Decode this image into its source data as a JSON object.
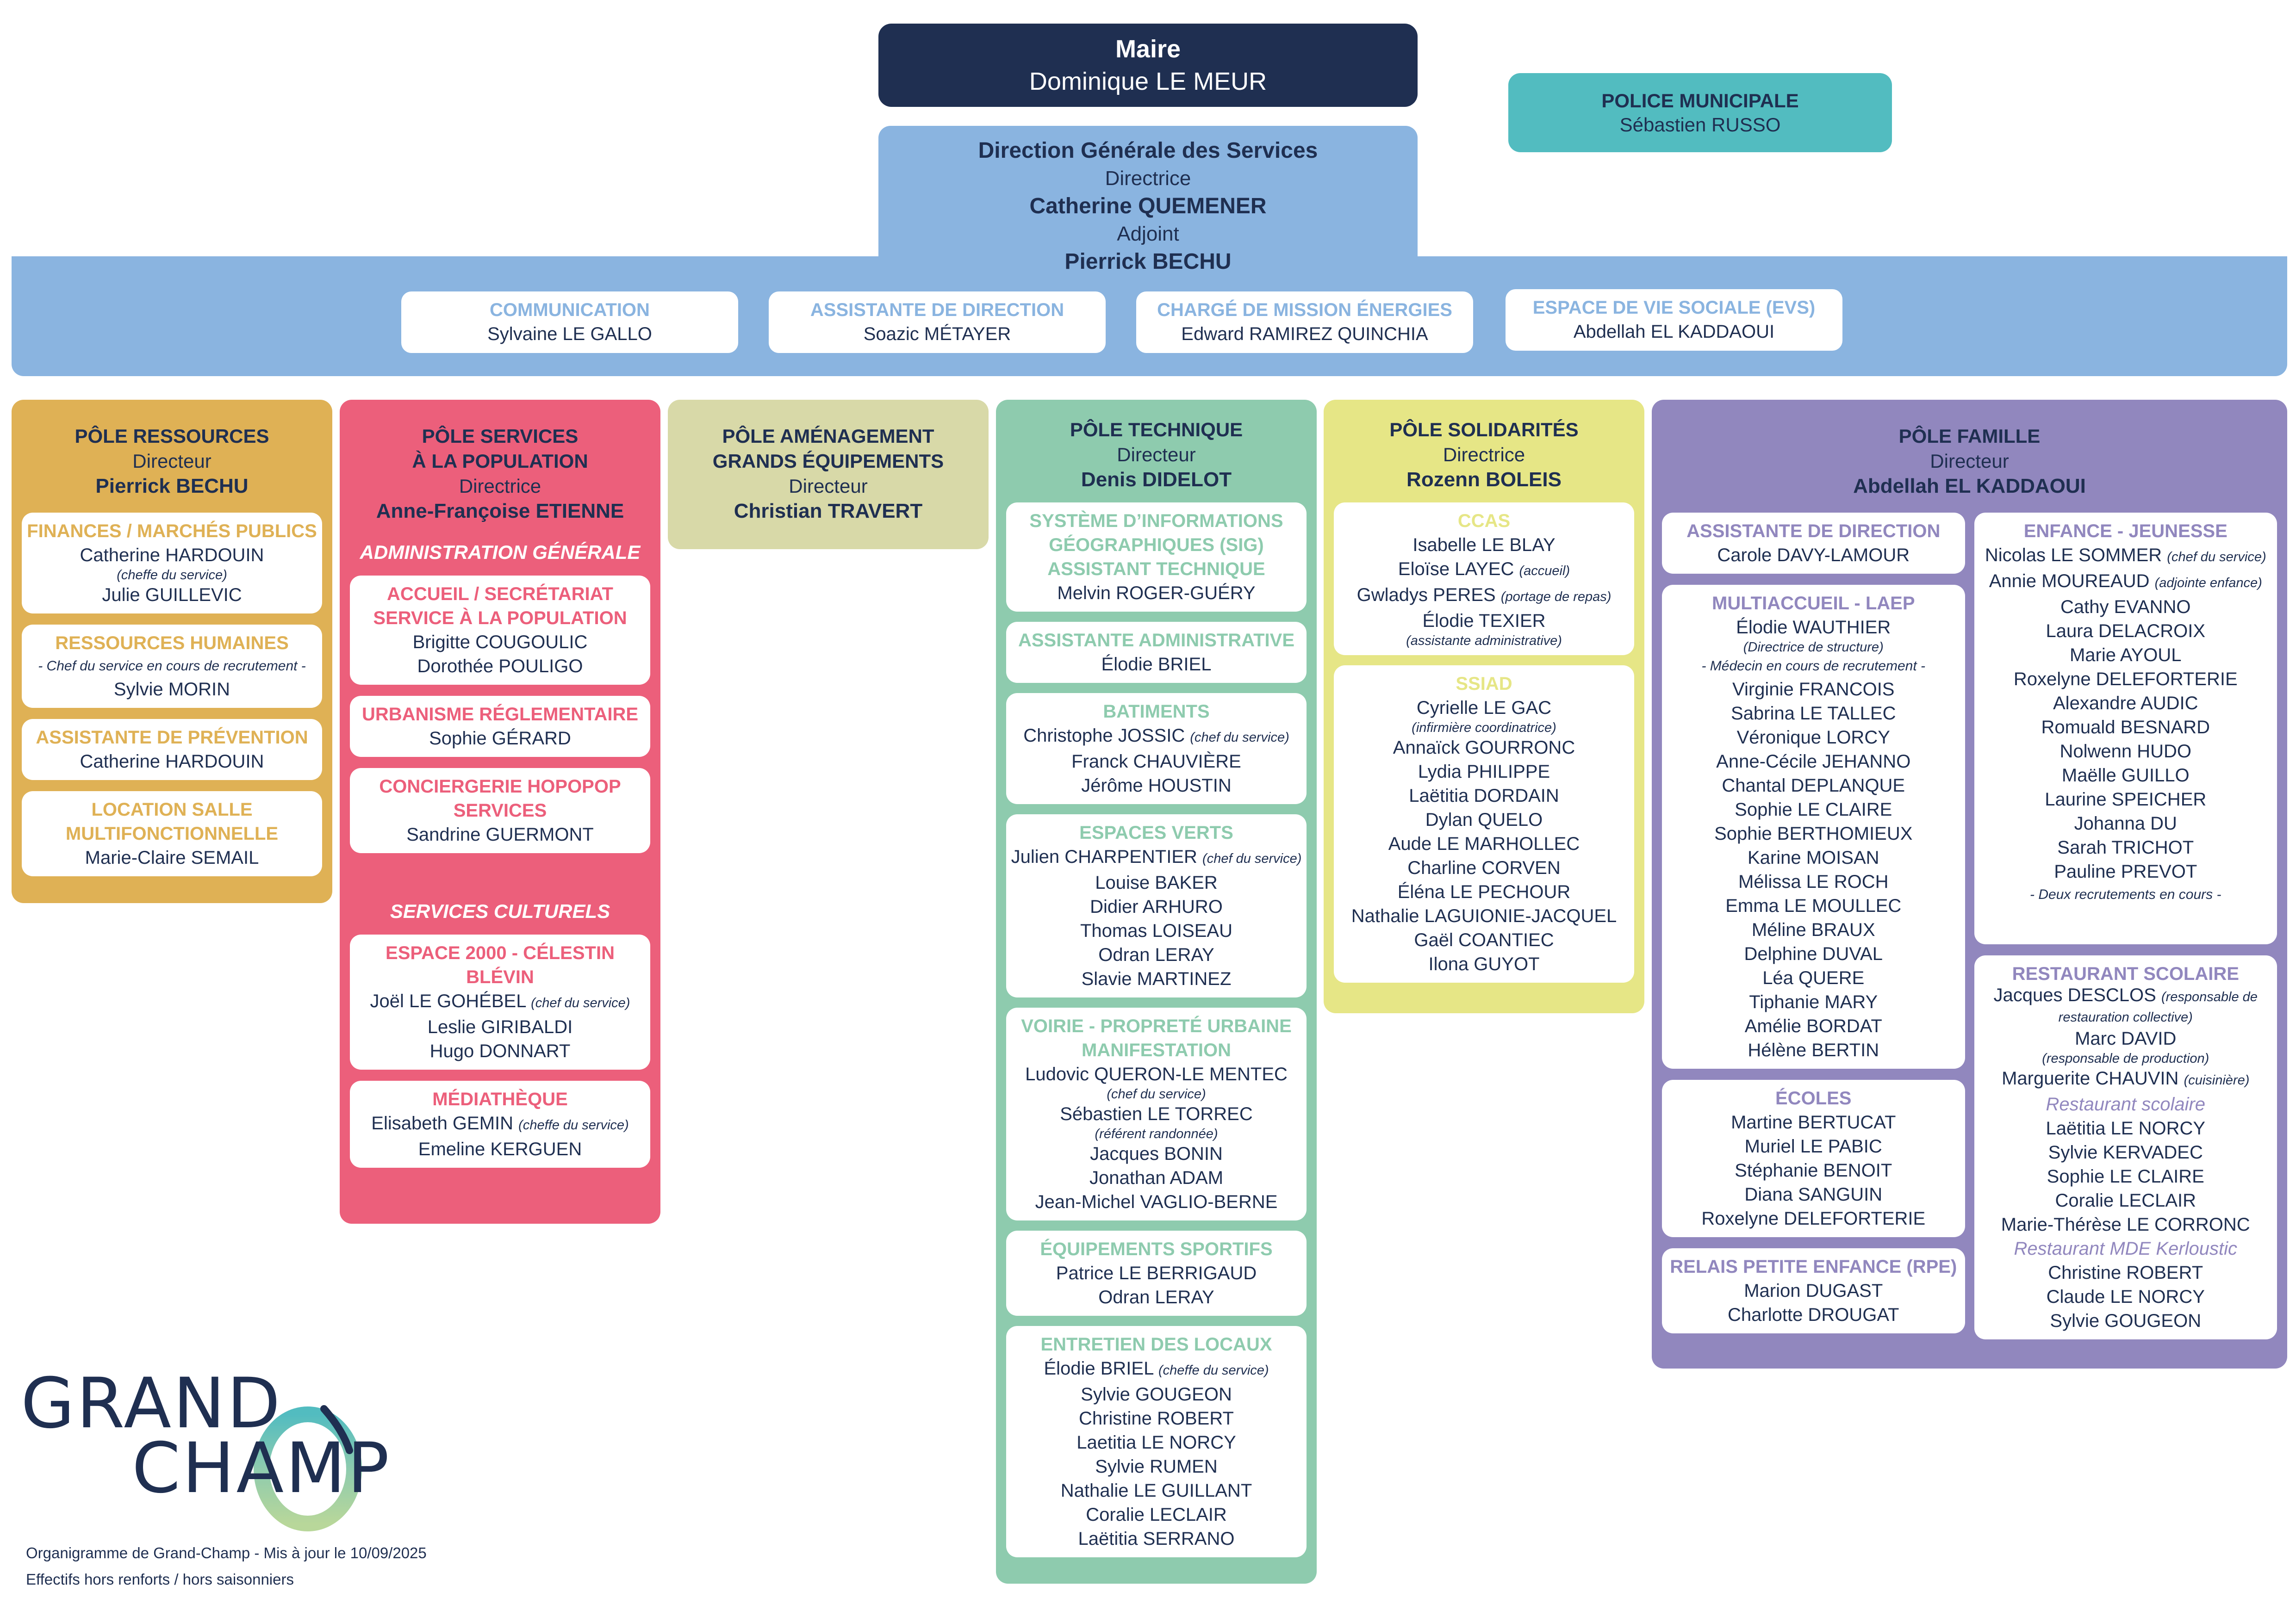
{
  "colors": {
    "navy": "#1f2f51",
    "dgs": "#8ab4e0",
    "police": "#52bcc0",
    "ressources": "#dfb155",
    "services": "#ec5f7b",
    "amenagement": "#d8d9a8",
    "technique": "#8ecbae",
    "solidarites": "#e6e686",
    "famille": "#9187be"
  },
  "mayor": {
    "title": "Maire",
    "name": "Dominique LE MEUR"
  },
  "police": {
    "title": "POLICE MUNICIPALE",
    "name": "Sébastien RUSSO"
  },
  "dgs": {
    "title": "Direction Générale des Services",
    "role1": "Directrice",
    "name1": "Catherine QUEMENER",
    "role2": "Adjoint",
    "name2": "Pierrick BECHU",
    "units": [
      {
        "title": "COMMUNICATION",
        "name": "Sylvaine LE GALLO"
      },
      {
        "title": "ASSISTANTE DE DIRECTION",
        "name": "Soazic MÉTAYER"
      },
      {
        "title": "CHARGÉ DE MISSION ÉNERGIES",
        "name": "Edward RAMIREZ QUINCHIA"
      },
      {
        "title": "ESPACE DE VIE SOCIALE (EVS)",
        "name": "Abdellah EL KADDAOUI"
      }
    ]
  },
  "poles": [
    {
      "key": "ressources",
      "accent": "#dfb155",
      "title": "PÔLE RESSOURCES",
      "role": "Directeur",
      "director": "Pierrick BECHU",
      "groups": [
        {
          "cards": [
            {
              "title": "FINANCES / MARCHÉS PUBLICS",
              "members": [
                {
                  "name": "Catherine HARDOUIN",
                  "note": "(cheffe du service)",
                  "note_below": true
                },
                {
                  "name": "Julie GUILLEVIC"
                }
              ]
            },
            {
              "title": "RESSOURCES HUMAINES",
              "members": [
                {
                  "remark": "- Chef du service en cours de recrutement -"
                },
                {
                  "name": "Sylvie MORIN"
                }
              ]
            },
            {
              "title": "ASSISTANTE DE PRÉVENTION",
              "members": [
                {
                  "name": "Catherine HARDOUIN"
                }
              ]
            },
            {
              "title": "LOCATION SALLE\nMULTIFONCTIONNELLE",
              "members": [
                {
                  "name": "Marie-Claire SEMAIL"
                }
              ]
            }
          ]
        }
      ]
    },
    {
      "key": "services",
      "accent": "#ec5f7b",
      "title": "PÔLE SERVICES\nÀ LA POPULATION",
      "role": "Directrice",
      "director": "Anne-Françoise ETIENNE",
      "groups": [
        {
          "heading": "ADMINISTRATION GÉNÉRALE",
          "cards": [
            {
              "title": "ACCUEIL / SECRÉTARIAT\nSERVICE À LA POPULATION",
              "members": [
                {
                  "name": "Brigitte COUGOULIC"
                },
                {
                  "name": "Dorothée POULIGO"
                }
              ]
            },
            {
              "title": "URBANISME RÉGLEMENTAIRE",
              "members": [
                {
                  "name": "Sophie GÉRARD"
                }
              ]
            },
            {
              "title": "CONCIERGERIE HOPOPOP\nSERVICES",
              "members": [
                {
                  "name": "Sandrine GUERMONT"
                }
              ]
            }
          ]
        },
        {
          "heading": "SERVICES CULTURELS",
          "cards": [
            {
              "title": "ESPACE 2000 - CÉLESTIN BLÉVIN",
              "members": [
                {
                  "name": "Joël LE GOHÉBEL",
                  "note": "(chef du service)"
                },
                {
                  "name": "Leslie GIRIBALDI"
                },
                {
                  "name": "Hugo DONNART"
                }
              ]
            },
            {
              "title": "MÉDIATHÈQUE",
              "members": [
                {
                  "name": "Elisabeth GEMIN",
                  "note": "(cheffe du service)"
                },
                {
                  "name": "Emeline KERGUEN"
                }
              ]
            }
          ]
        }
      ]
    },
    {
      "key": "amenagement",
      "accent": "#d8d9a8",
      "title": "PÔLE AMÉNAGEMENT\nGRANDS ÉQUIPEMENTS",
      "role": "Directeur",
      "director": "Christian TRAVERT",
      "groups": []
    },
    {
      "key": "technique",
      "accent": "#8ecbae",
      "title": "PÔLE TECHNIQUE",
      "role": "Directeur",
      "director": "Denis DIDELOT",
      "groups": [
        {
          "cards": [
            {
              "title": "SYSTÈME D’INFORMATIONS\nGÉOGRAPHIQUES (SIG)\nASSISTANT TECHNIQUE",
              "members": [
                {
                  "name": "Melvin ROGER-GUÉRY"
                }
              ]
            },
            {
              "title": "ASSISTANTE ADMINISTRATIVE",
              "members": [
                {
                  "name": "Élodie BRIEL"
                }
              ]
            },
            {
              "title": "BATIMENTS",
              "members": [
                {
                  "name": "Christophe JOSSIC",
                  "note": "(chef du service)"
                },
                {
                  "name": "Franck CHAUVIÈRE"
                },
                {
                  "name": "Jérôme HOUSTIN"
                }
              ]
            },
            {
              "title": "ESPACES VERTS",
              "members": [
                {
                  "name": "Julien CHARPENTIER",
                  "note": "(chef du service)"
                },
                {
                  "name": "Louise BAKER"
                },
                {
                  "name": "Didier ARHURO"
                },
                {
                  "name": "Thomas LOISEAU"
                },
                {
                  "name": "Odran LERAY"
                },
                {
                  "name": "Slavie MARTINEZ"
                }
              ]
            },
            {
              "title": "VOIRIE - PROPRETÉ URBAINE\nMANIFESTATION",
              "members": [
                {
                  "name": "Ludovic QUERON-LE MENTEC",
                  "note": "(chef du service)",
                  "note_below": true
                },
                {
                  "name": "Sébastien LE TORREC",
                  "note": "(référent randonnée)",
                  "note_below": true
                },
                {
                  "name": "Jacques BONIN"
                },
                {
                  "name": "Jonathan ADAM"
                },
                {
                  "name": "Jean-Michel VAGLIO-BERNE"
                }
              ]
            },
            {
              "title": "ÉQUIPEMENTS SPORTIFS",
              "members": [
                {
                  "name": "Patrice LE BERRIGAUD"
                },
                {
                  "name": "Odran LERAY"
                }
              ]
            },
            {
              "title": "ENTRETIEN DES LOCAUX",
              "members": [
                {
                  "name": "Élodie BRIEL",
                  "note": "(cheffe du service)"
                },
                {
                  "name": "Sylvie GOUGEON"
                },
                {
                  "name": "Christine ROBERT"
                },
                {
                  "name": "Laetitia LE NORCY"
                },
                {
                  "name": "Sylvie RUMEN"
                },
                {
                  "name": "Nathalie LE GUILLANT"
                },
                {
                  "name": "Coralie LECLAIR"
                },
                {
                  "name": "Laëtitia SERRANO"
                }
              ]
            }
          ]
        }
      ]
    },
    {
      "key": "solidarites",
      "accent": "#e6e686",
      "title": "PÔLE SOLIDARITÉS",
      "role": "Directrice",
      "director": "Rozenn BOLEIS",
      "groups": [
        {
          "cards": [
            {
              "title": "CCAS",
              "members": [
                {
                  "name": "Isabelle LE BLAY"
                },
                {
                  "name": "Eloïse LAYEC",
                  "note": "(accueil)"
                },
                {
                  "name": "Gwladys PERES",
                  "note": "(portage de repas)"
                },
                {
                  "name": "Élodie TEXIER",
                  "note": "(assistante administrative)",
                  "note_below": true
                }
              ]
            },
            {
              "title": "SSIAD",
              "members": [
                {
                  "name": "Cyrielle LE GAC",
                  "note": "(infirmière coordinatrice)",
                  "note_below": true
                },
                {
                  "name": "Annaïck GOURRONC"
                },
                {
                  "name": "Lydia PHILIPPE"
                },
                {
                  "name": "Laëtitia DORDAIN"
                },
                {
                  "name": "Dylan QUELO"
                },
                {
                  "name": "Aude LE MARHOLLEC"
                },
                {
                  "name": "Charline CORVEN"
                },
                {
                  "name": "Éléna LE PECHOUR"
                },
                {
                  "name": "Nathalie LAGUIONIE-JACQUEL"
                },
                {
                  "name": "Gaël COANTIEC"
                },
                {
                  "name": "Ilona GUYOT"
                }
              ]
            }
          ]
        }
      ]
    },
    {
      "key": "famille",
      "accent": "#9187be",
      "title": "PÔLE FAMILLE",
      "role": "Directeur",
      "director": "Abdellah EL KADDAOUI",
      "columns": [
        {
          "cards": [
            {
              "title": "ASSISTANTE DE DIRECTION",
              "members": [
                {
                  "name": "Carole DAVY-LAMOUR"
                }
              ]
            },
            {
              "title": "MULTIACCUEIL - LAEP",
              "members": [
                {
                  "name": "Élodie WAUTHIER",
                  "note": "(Directrice de structure)",
                  "note_below": true
                },
                {
                  "remark": "- Médecin en cours de recrutement -"
                },
                {
                  "name": "Virginie FRANCOIS"
                },
                {
                  "name": "Sabrina LE TALLEC"
                },
                {
                  "name": "Véronique LORCY"
                },
                {
                  "name": "Anne-Cécile JEHANNO"
                },
                {
                  "name": "Chantal DEPLANQUE"
                },
                {
                  "name": "Sophie LE CLAIRE"
                },
                {
                  "name": "Sophie BERTHOMIEUX"
                },
                {
                  "name": "Karine MOISAN"
                },
                {
                  "name": "Mélissa LE ROCH"
                },
                {
                  "name": "Emma LE MOULLEC"
                },
                {
                  "name": "Méline BRAUX"
                },
                {
                  "name": "Delphine DUVAL"
                },
                {
                  "name": "Léa QUERE"
                },
                {
                  "name": "Tiphanie MARY"
                },
                {
                  "name": "Amélie BORDAT"
                },
                {
                  "name": "Hélène BERTIN"
                }
              ]
            },
            {
              "title": "ÉCOLES",
              "members": [
                {
                  "name": "Martine BERTUCAT"
                },
                {
                  "name": "Muriel LE PABIC"
                },
                {
                  "name": "Stéphanie BENOIT"
                },
                {
                  "name": "Diana SANGUIN"
                },
                {
                  "name": "Roxelyne DELEFORTERIE"
                }
              ]
            },
            {
              "title": "RELAIS PETITE ENFANCE (RPE)",
              "members": [
                {
                  "name": "Marion DUGAST"
                },
                {
                  "name": "Charlotte DROUGAT"
                }
              ]
            }
          ]
        },
        {
          "cards": [
            {
              "title": "ENFANCE - JEUNESSE",
              "members": [
                {
                  "name": "Nicolas LE SOMMER",
                  "note": "(chef du service)"
                },
                {
                  "name": "Annie MOUREAUD",
                  "note": "(adjointe enfance)"
                },
                {
                  "name": "Cathy EVANNO"
                },
                {
                  "name": "Laura DELACROIX"
                },
                {
                  "name": "Marie AYOUL"
                },
                {
                  "name": "Roxelyne DELEFORTERIE"
                },
                {
                  "name": "Alexandre AUDIC"
                },
                {
                  "name": "Romuald BESNARD"
                },
                {
                  "name": "Nolwenn HUDO"
                },
                {
                  "name": "Maëlle GUILLO"
                },
                {
                  "name": "Laurine SPEICHER"
                },
                {
                  "name": "Johanna DU"
                },
                {
                  "name": "Sarah TRICHOT"
                },
                {
                  "name": "Pauline PREVOT"
                },
                {
                  "remark": "- Deux recrutements en cours -"
                }
              ]
            },
            {
              "title": "RESTAURANT SCOLAIRE",
              "members": [
                {
                  "name": "Jacques DESCLOS",
                  "note": "(responsable de restauration collective)"
                },
                {
                  "name": "Marc DAVID",
                  "note": "(responsable de production)",
                  "note_below": true
                },
                {
                  "name": "Marguerite CHAUVIN",
                  "note": "(cuisinière)"
                },
                {
                  "sublabel": "Restaurant scolaire"
                },
                {
                  "name": "Laëtitia LE NORCY"
                },
                {
                  "name": "Sylvie KERVADEC"
                },
                {
                  "name": "Sophie LE CLAIRE"
                },
                {
                  "name": "Coralie LECLAIR"
                },
                {
                  "name": "Marie-Thérèse LE CORRONC"
                },
                {
                  "sublabel": "Restaurant MDE Kerloustic"
                },
                {
                  "name": "Christine ROBERT"
                },
                {
                  "name": "Claude LE NORCY"
                },
                {
                  "name": "Sylvie GOUGEON"
                }
              ]
            }
          ]
        }
      ]
    }
  ],
  "logo": {
    "line1": "GRAND",
    "line2": "CHAMP"
  },
  "footer": {
    "line1": "Organigramme de Grand-Champ - Mis à jour le 10/09/2025",
    "line2": "Effectifs hors renforts / hors saisonniers"
  }
}
